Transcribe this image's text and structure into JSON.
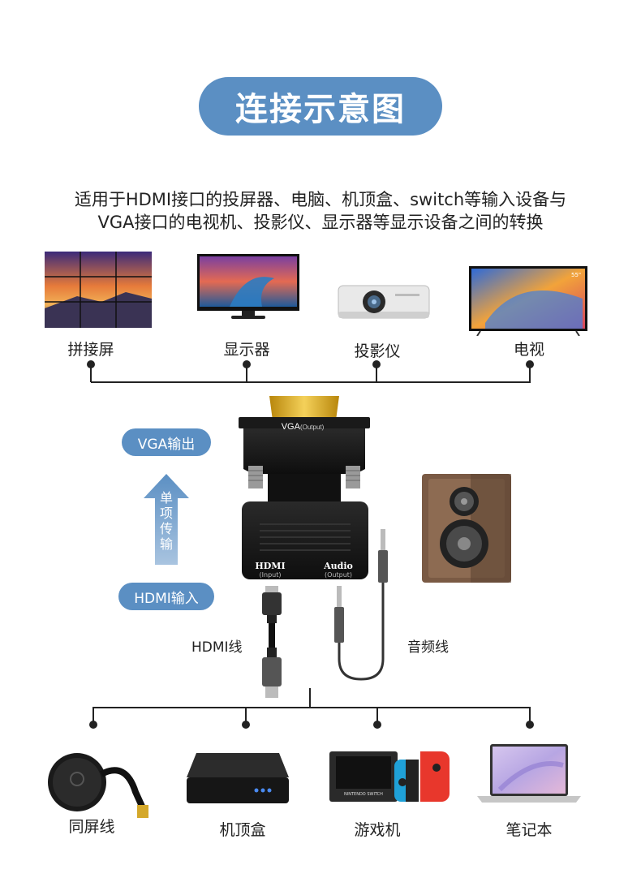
{
  "title": "连接示意图",
  "description": {
    "line1": "适用于HDMI接口的投屏器、电脑、机顶盒、switch等输入设备与",
    "line2": "VGA接口的电视机、投影仪、显示器等显示设备之间的转换"
  },
  "output_devices": [
    {
      "label": "拼接屏",
      "icon": "video-wall-icon"
    },
    {
      "label": "显示器",
      "icon": "monitor-icon"
    },
    {
      "label": "投影仪",
      "icon": "projector-icon"
    },
    {
      "label": "电视",
      "icon": "tv-icon"
    }
  ],
  "tv_size_badge": "55\"",
  "adapter": {
    "vga_label": "VGA",
    "vga_sub": "(Output)",
    "hdmi_label": "HDMI",
    "hdmi_sub": "(Input)",
    "audio_label": "Audio",
    "audio_sub": "(Output)"
  },
  "vga_output_tag": "VGA输出",
  "hdmi_input_tag": "HDMI输入",
  "one_way_text": "单项传输",
  "hdmi_cable_label": "HDMI线",
  "audio_cable_label": "音频线",
  "input_devices": [
    {
      "label": "同屏线",
      "icon": "screen-mirror-dongle-icon"
    },
    {
      "label": "机顶盒",
      "icon": "set-top-box-icon"
    },
    {
      "label": "游戏机",
      "icon": "game-console-icon"
    },
    {
      "label": "笔记本",
      "icon": "laptop-icon"
    }
  ],
  "switch_logo_text": "NINTENDO SWITCH",
  "colors": {
    "accent": "#5b8fc3",
    "line": "#222222",
    "adapter_body": "#141414",
    "gold": "#d4a82a"
  }
}
